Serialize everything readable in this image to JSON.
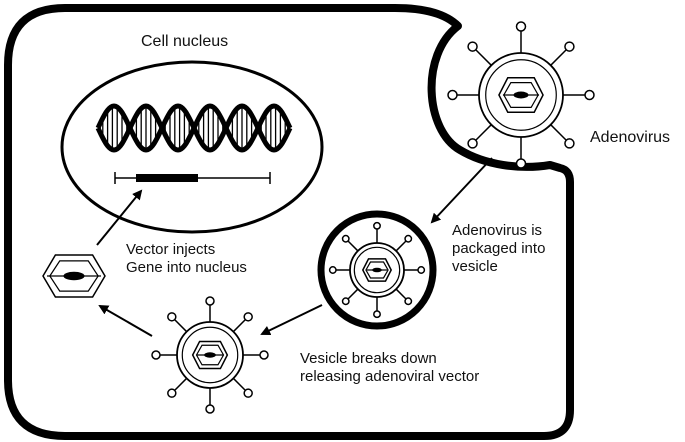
{
  "labels": {
    "nucleus": "Cell nucleus",
    "adenovirus": "Adenovirus",
    "packaged_1": "Adenovirus is",
    "packaged_2": "packaged into",
    "packaged_3": "vesicle",
    "breaks_1": "Vesicle breaks down",
    "breaks_2": "releasing adenoviral vector",
    "injects_1": "Vector injects",
    "injects_2": "Gene into nucleus"
  },
  "colors": {
    "stroke": "#000000",
    "background": "#ffffff"
  },
  "icons": [
    "dna-double-helix-icon",
    "gene-segment-icon",
    "adenovirus-icon",
    "vesicle-icon",
    "viral-vector-icon",
    "arrow-icon"
  ]
}
